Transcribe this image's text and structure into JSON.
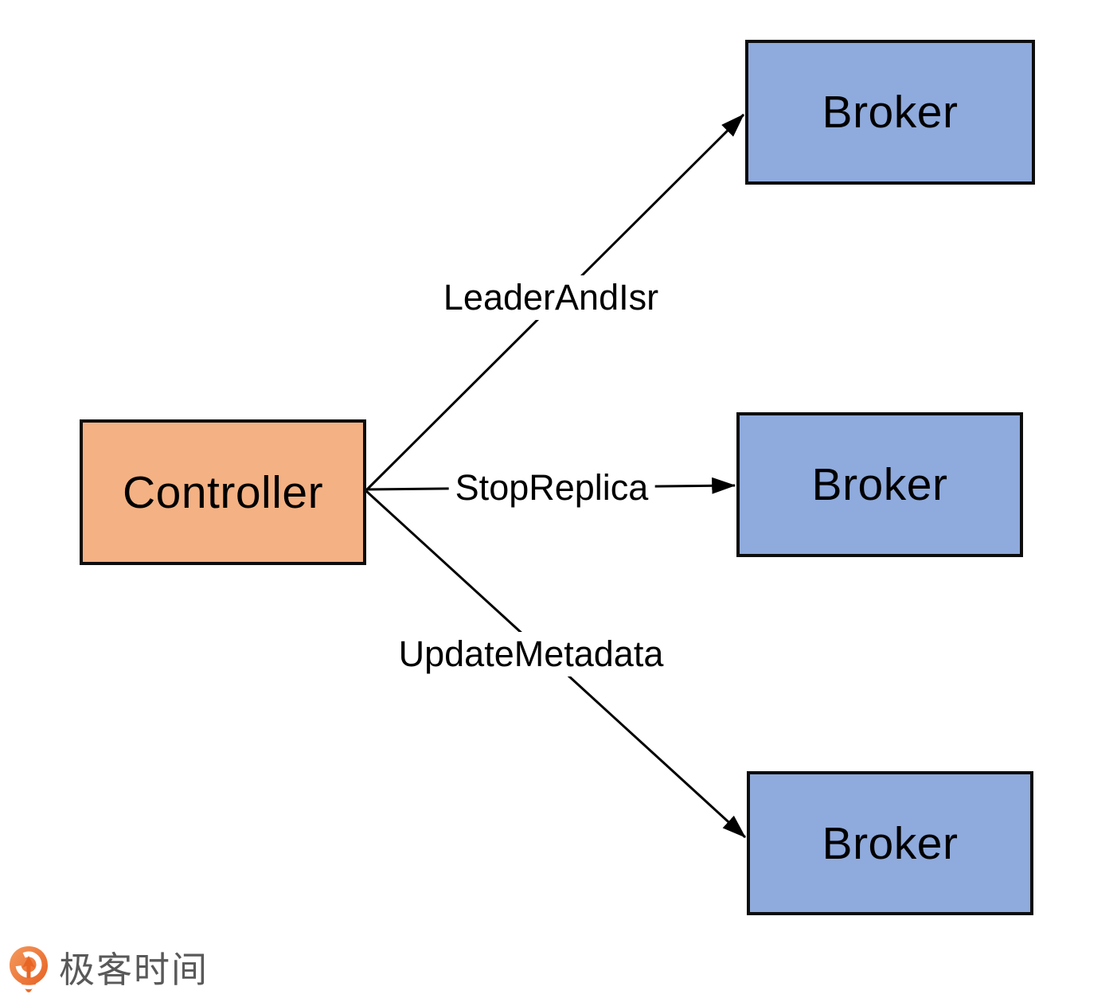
{
  "diagram": {
    "controller": {
      "label": "Controller",
      "fill": "#f4b183"
    },
    "brokers": [
      {
        "label": "Broker",
        "fill": "#8faadc"
      },
      {
        "label": "Broker",
        "fill": "#8faadc"
      },
      {
        "label": "Broker",
        "fill": "#8faadc"
      }
    ],
    "edges": [
      {
        "label": "LeaderAndIsr",
        "from": "Controller",
        "to": "Broker (top)"
      },
      {
        "label": "StopReplica",
        "from": "Controller",
        "to": "Broker (middle)"
      },
      {
        "label": "UpdateMetadata",
        "from": "Controller",
        "to": "Broker (bottom)"
      }
    ],
    "line_color": "#000000",
    "border_color": "#0d0d0d"
  },
  "branding": {
    "logo_text": "极客时间",
    "logo_orange": "#ec6a28",
    "text_color": "#595959"
  }
}
